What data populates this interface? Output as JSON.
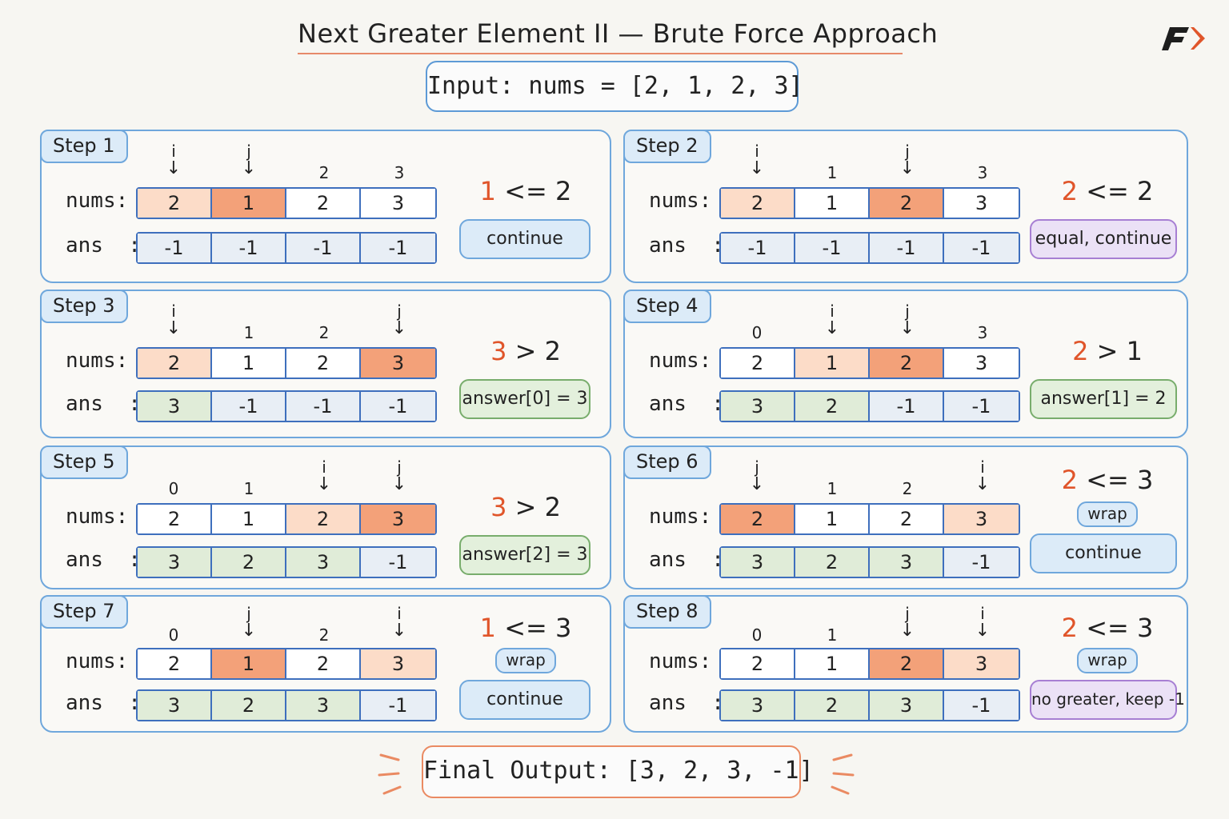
{
  "title": "Next Greater Element II — Brute Force Approach",
  "input": "Input: nums = [2, 1, 2, 3]",
  "labels": {
    "nums": "nums:",
    "ans": "ans  :"
  },
  "final_output": "Final Output: [3, 2, 3, -1]",
  "colors": {
    "accent": "#e0552a",
    "border_blue": "#6fa7dc",
    "highlight_light": "#fcdcc8",
    "highlight_dark": "#f3a179",
    "answered": "#e0ecd8"
  },
  "steps": [
    {
      "label": "Step 1",
      "indices": [
        {
          "num": "",
          "ptr": "i"
        },
        {
          "num": "",
          "ptr": "j"
        },
        {
          "num": "2",
          "ptr": ""
        },
        {
          "num": "3",
          "ptr": ""
        }
      ],
      "nums": [
        "2",
        "1",
        "2",
        "3"
      ],
      "nums_state": [
        "light",
        "dark",
        "none",
        "none"
      ],
      "ans": [
        "-1",
        "-1",
        "-1",
        "-1"
      ],
      "ans_state": [
        "empty",
        "empty",
        "empty",
        "empty"
      ],
      "cmp_hl": "1",
      "cmp_rest": " <= 2",
      "wrap": "",
      "tag": "continue",
      "tag_color": "blue"
    },
    {
      "label": "Step 2",
      "indices": [
        {
          "num": "",
          "ptr": "i"
        },
        {
          "num": "1",
          "ptr": ""
        },
        {
          "num": "",
          "ptr": "j"
        },
        {
          "num": "3",
          "ptr": ""
        }
      ],
      "nums": [
        "2",
        "1",
        "2",
        "3"
      ],
      "nums_state": [
        "light",
        "none",
        "dark",
        "none"
      ],
      "ans": [
        "-1",
        "-1",
        "-1",
        "-1"
      ],
      "ans_state": [
        "empty",
        "empty",
        "empty",
        "empty"
      ],
      "cmp_hl": "2",
      "cmp_rest": " <= 2",
      "wrap": "",
      "tag": "equal, continue",
      "tag_color": "purple"
    },
    {
      "label": "Step 3",
      "indices": [
        {
          "num": "",
          "ptr": "i"
        },
        {
          "num": "1",
          "ptr": ""
        },
        {
          "num": "2",
          "ptr": ""
        },
        {
          "num": "",
          "ptr": "j"
        }
      ],
      "nums": [
        "2",
        "1",
        "2",
        "3"
      ],
      "nums_state": [
        "light",
        "none",
        "none",
        "dark"
      ],
      "ans": [
        "3",
        "-1",
        "-1",
        "-1"
      ],
      "ans_state": [
        "filled",
        "empty",
        "empty",
        "empty"
      ],
      "cmp_hl": "3",
      "cmp_rest": " > 2",
      "wrap": "",
      "tag": "answer[0] = 3",
      "tag_color": "green"
    },
    {
      "label": "Step 4",
      "indices": [
        {
          "num": "0",
          "ptr": ""
        },
        {
          "num": "",
          "ptr": "i"
        },
        {
          "num": "",
          "ptr": "j"
        },
        {
          "num": "3",
          "ptr": ""
        }
      ],
      "nums": [
        "2",
        "1",
        "2",
        "3"
      ],
      "nums_state": [
        "none",
        "light",
        "dark",
        "none"
      ],
      "ans": [
        "3",
        "2",
        "-1",
        "-1"
      ],
      "ans_state": [
        "filled",
        "filled",
        "empty",
        "empty"
      ],
      "cmp_hl": "2",
      "cmp_rest": " > 1",
      "wrap": "",
      "tag": "answer[1] = 2",
      "tag_color": "green"
    },
    {
      "label": "Step 5",
      "indices": [
        {
          "num": "0",
          "ptr": ""
        },
        {
          "num": "1",
          "ptr": ""
        },
        {
          "num": "",
          "ptr": "i"
        },
        {
          "num": "",
          "ptr": "j"
        }
      ],
      "nums": [
        "2",
        "1",
        "2",
        "3"
      ],
      "nums_state": [
        "none",
        "none",
        "light",
        "dark"
      ],
      "ans": [
        "3",
        "2",
        "3",
        "-1"
      ],
      "ans_state": [
        "filled",
        "filled",
        "filled",
        "empty"
      ],
      "cmp_hl": "3",
      "cmp_rest": " > 2",
      "wrap": "",
      "tag": "answer[2] = 3",
      "tag_color": "green"
    },
    {
      "label": "Step 6",
      "indices": [
        {
          "num": "",
          "ptr": "j"
        },
        {
          "num": "1",
          "ptr": ""
        },
        {
          "num": "2",
          "ptr": ""
        },
        {
          "num": "",
          "ptr": "i"
        }
      ],
      "nums": [
        "2",
        "1",
        "2",
        "3"
      ],
      "nums_state": [
        "dark",
        "none",
        "none",
        "light"
      ],
      "ans": [
        "3",
        "2",
        "3",
        "-1"
      ],
      "ans_state": [
        "filled",
        "filled",
        "filled",
        "empty"
      ],
      "cmp_hl": "2",
      "cmp_rest": " <= 3",
      "wrap": "wrap",
      "tag": "continue",
      "tag_color": "blue"
    },
    {
      "label": "Step 7",
      "indices": [
        {
          "num": "0",
          "ptr": ""
        },
        {
          "num": "",
          "ptr": "j"
        },
        {
          "num": "2",
          "ptr": ""
        },
        {
          "num": "",
          "ptr": "i"
        }
      ],
      "nums": [
        "2",
        "1",
        "2",
        "3"
      ],
      "nums_state": [
        "none",
        "dark",
        "none",
        "light"
      ],
      "ans": [
        "3",
        "2",
        "3",
        "-1"
      ],
      "ans_state": [
        "filled",
        "filled",
        "filled",
        "empty"
      ],
      "cmp_hl": "1",
      "cmp_rest": " <= 3",
      "wrap": "wrap",
      "tag": "continue",
      "tag_color": "blue"
    },
    {
      "label": "Step 8",
      "indices": [
        {
          "num": "0",
          "ptr": ""
        },
        {
          "num": "1",
          "ptr": ""
        },
        {
          "num": "",
          "ptr": "j"
        },
        {
          "num": "",
          "ptr": "i"
        }
      ],
      "nums": [
        "2",
        "1",
        "2",
        "3"
      ],
      "nums_state": [
        "none",
        "none",
        "dark",
        "light"
      ],
      "ans": [
        "3",
        "2",
        "3",
        "-1"
      ],
      "ans_state": [
        "filled",
        "filled",
        "filled",
        "empty"
      ],
      "cmp_hl": "2",
      "cmp_rest": " <= 3",
      "wrap": "wrap",
      "tag": "no greater, keep -1",
      "tag_color": "purple"
    }
  ]
}
